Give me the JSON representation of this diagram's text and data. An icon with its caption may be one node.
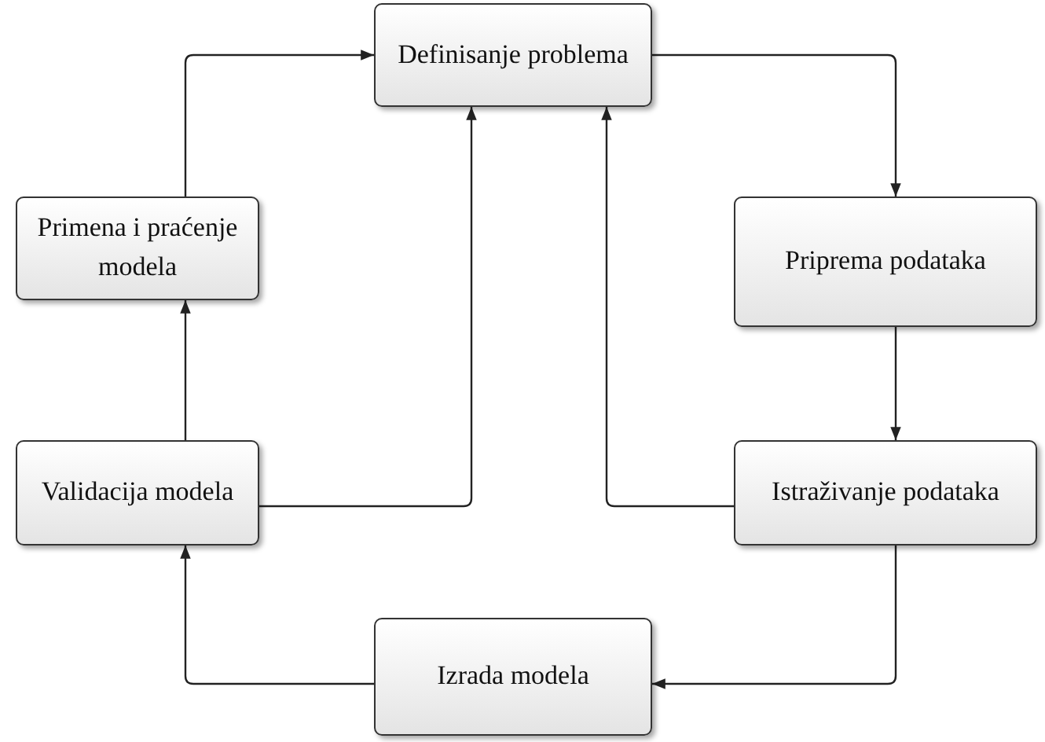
{
  "diagram": {
    "nodes": [
      {
        "text": [
          "Definisanje problema"
        ]
      },
      {
        "text": [
          "Primena i praćenje modela"
        ]
      },
      {
        "text": [
          "Priprema podataka"
        ]
      },
      {
        "text": [
          "Validacija modela"
        ]
      },
      {
        "text": [
          "Istraživanje podataka"
        ]
      },
      {
        "text": [
          "Izrada modela"
        ]
      }
    ],
    "edges": [
      {
        "from": 0,
        "to": 2,
        "arrow": "to"
      },
      {
        "from": 2,
        "to": 4,
        "arrow": "to"
      },
      {
        "from": 4,
        "to": 5,
        "arrow": "to"
      },
      {
        "from": 5,
        "to": 3,
        "arrow": "to"
      },
      {
        "from": 3,
        "to": 1,
        "arrow": "to"
      },
      {
        "from": 1,
        "to": 0,
        "arrow": "to"
      },
      {
        "from": 3,
        "to": 0,
        "arrow": "to"
      },
      {
        "from": 4,
        "to": 0,
        "arrow": "to"
      }
    ]
  }
}
